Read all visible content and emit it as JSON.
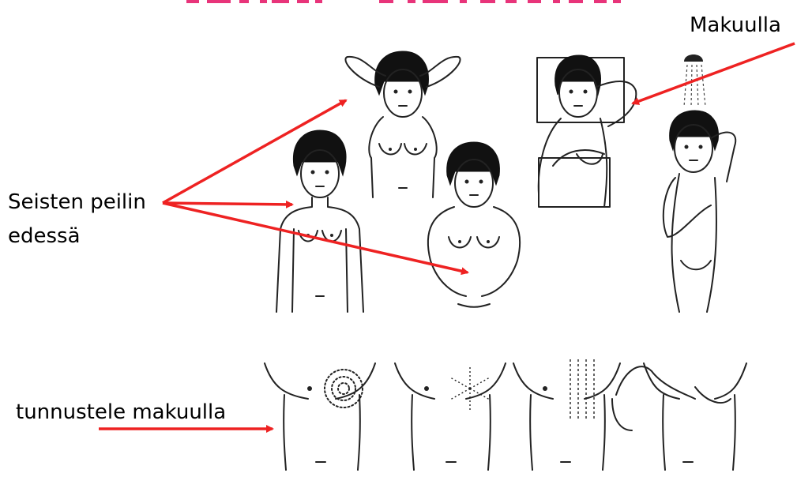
{
  "labels": {
    "makuulla": "Makuulla",
    "seisten_line1": "Seisten peilin",
    "seisten_line2": "edessä",
    "tunnustele": "tunnustele makuulla"
  },
  "colors": {
    "arrow": "#ee2222",
    "title_band": "#e8347a",
    "figure_line": "#222222",
    "hair": "#111111"
  }
}
